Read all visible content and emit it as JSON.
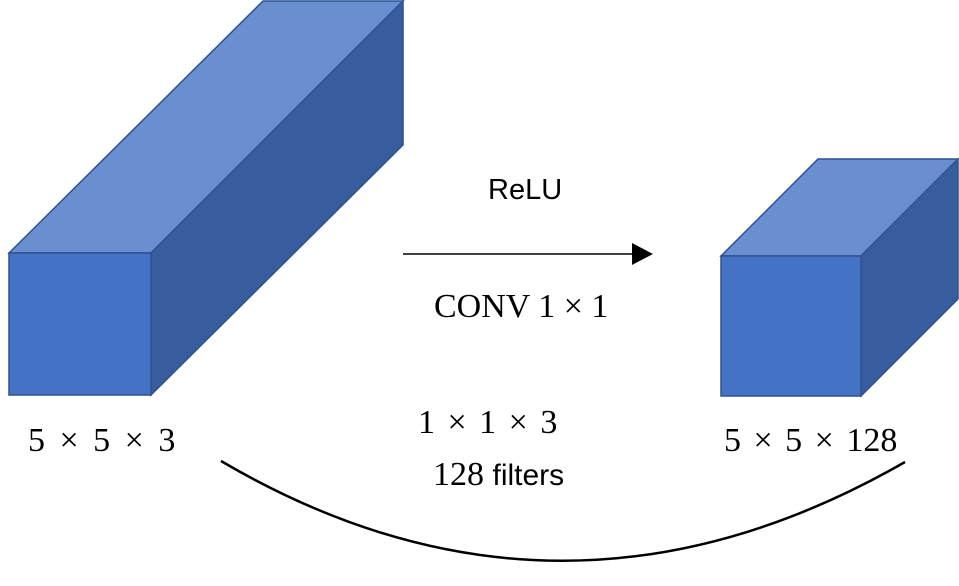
{
  "diagram": {
    "activation_label": "ReLU",
    "operation_label": "CONV 1 × 1",
    "input_dims": "5 × 5 × 3",
    "filter_dims": "1 × 1 × 3",
    "filter_count_number": "128",
    "filter_count_word": "filters",
    "output_dims": "5 × 5 × 128"
  },
  "colors": {
    "cube_front": "#4472c4",
    "cube_top": "#698fcf",
    "cube_side": "#375d9e",
    "cube_edge": "#2f528f",
    "arrow": "#000000",
    "curve": "#000000"
  }
}
